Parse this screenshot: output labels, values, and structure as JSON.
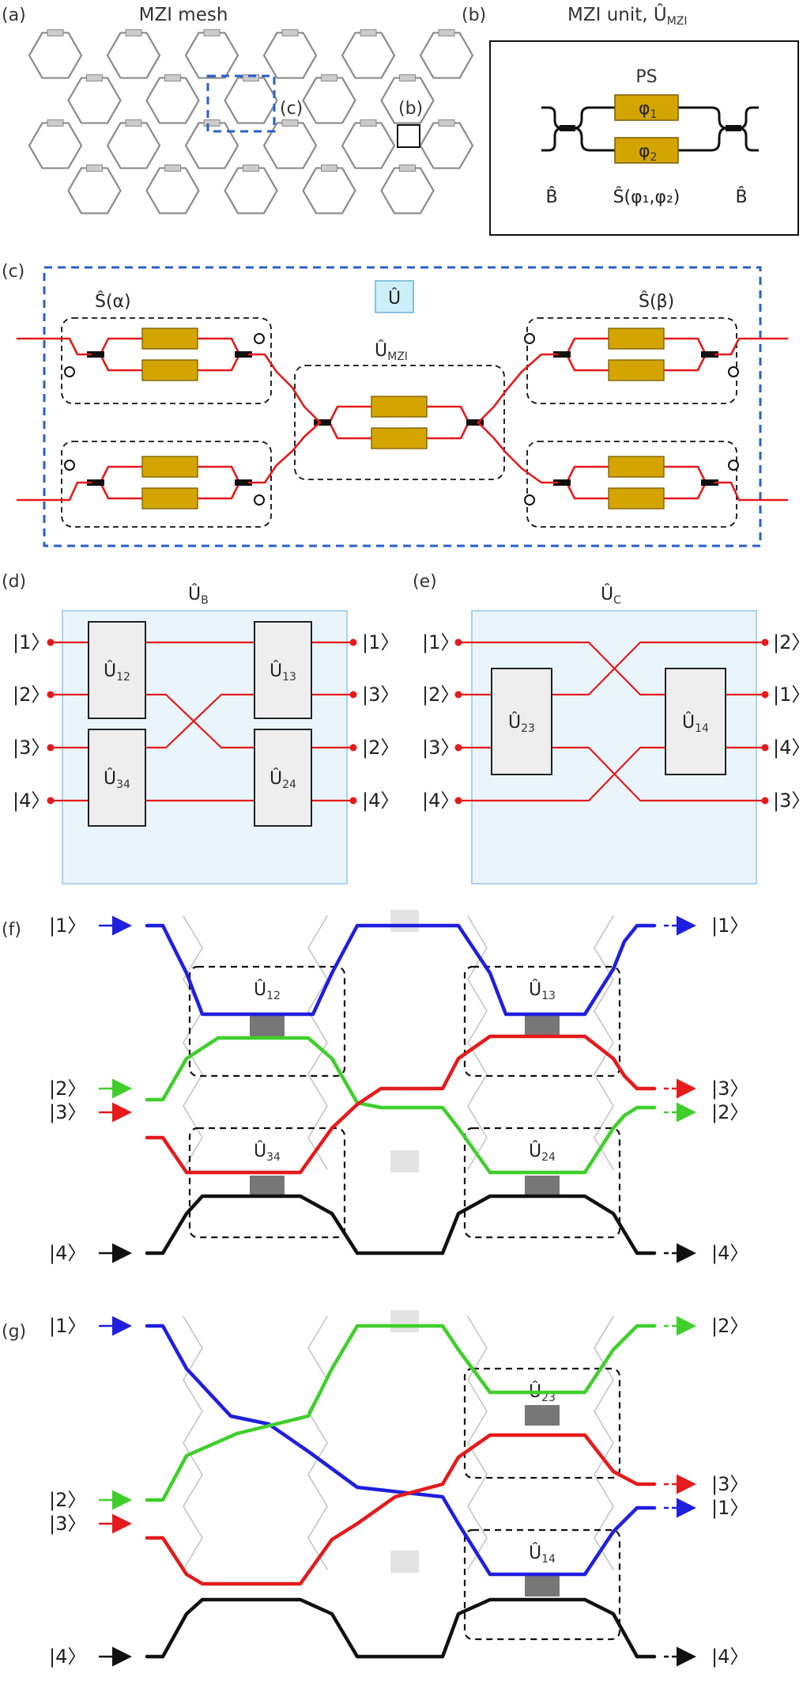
{
  "colors": {
    "red": "#e41a1c",
    "blue": "#1f1fe0",
    "green": "#3fcf2b",
    "black": "#111111",
    "gold": "#d4a500",
    "panel_fill": "#eaf5fb",
    "panel_stroke": "#a9d3f1",
    "highlight_blue": "#2a5fd0"
  },
  "panel_a": {
    "tag": "(a)",
    "title": "MZI mesh",
    "callout_c": "(c)",
    "callout_b": "(b)"
  },
  "panel_b": {
    "tag": "(b)",
    "title": "MZI unit, Û",
    "title_sub": "MZI",
    "ps_label": "PS",
    "phi1": "φ",
    "phi1_sub": "1",
    "phi2": "φ",
    "phi2_sub": "2",
    "b_left": "B̂",
    "b_right": "B̂",
    "s_label": "Ŝ(φ₁,φ₂)"
  },
  "panel_c": {
    "tag": "(c)",
    "u_label": "Û",
    "s_alpha": "Ŝ(α)",
    "s_beta": "Ŝ(β)",
    "u_mzi": "Û",
    "u_mzi_sub": "MZI"
  },
  "panel_d": {
    "tag": "(d)",
    "title": "Û",
    "title_sub": "B",
    "inputs": [
      "|1〉",
      "|2〉",
      "|3〉",
      "|4〉"
    ],
    "outputs": [
      "|1〉",
      "|3〉",
      "|2〉",
      "|4〉"
    ],
    "boxes": [
      {
        "op": "Û",
        "sub": "12"
      },
      {
        "op": "Û",
        "sub": "34"
      },
      {
        "op": "Û",
        "sub": "13"
      },
      {
        "op": "Û",
        "sub": "24"
      }
    ]
  },
  "panel_e": {
    "tag": "(e)",
    "title": "Û",
    "title_sub": "C",
    "inputs": [
      "|1〉",
      "|2〉",
      "|3〉",
      "|4〉"
    ],
    "outputs": [
      "|2〉",
      "|1〉",
      "|4〉",
      "|3〉"
    ],
    "boxes": [
      {
        "op": "Û",
        "sub": "23"
      },
      {
        "op": "Û",
        "sub": "14"
      }
    ]
  },
  "panel_f": {
    "tag": "(f)",
    "inputs": [
      "|1〉",
      "|2〉",
      "|3〉",
      "|4〉"
    ],
    "outputs": [
      "|1〉",
      "|3〉",
      "|2〉",
      "|4〉"
    ],
    "boxes": [
      {
        "op": "Û",
        "sub": "12"
      },
      {
        "op": "Û",
        "sub": "13"
      },
      {
        "op": "Û",
        "sub": "34"
      },
      {
        "op": "Û",
        "sub": "24"
      }
    ]
  },
  "panel_g": {
    "tag": "(g)",
    "inputs": [
      "|1〉",
      "|2〉",
      "|3〉",
      "|4〉"
    ],
    "outputs": [
      "|2〉",
      "|3〉",
      "|1〉",
      "|4〉"
    ],
    "boxes": [
      {
        "op": "Û",
        "sub": "23"
      },
      {
        "op": "Û",
        "sub": "14"
      }
    ]
  }
}
